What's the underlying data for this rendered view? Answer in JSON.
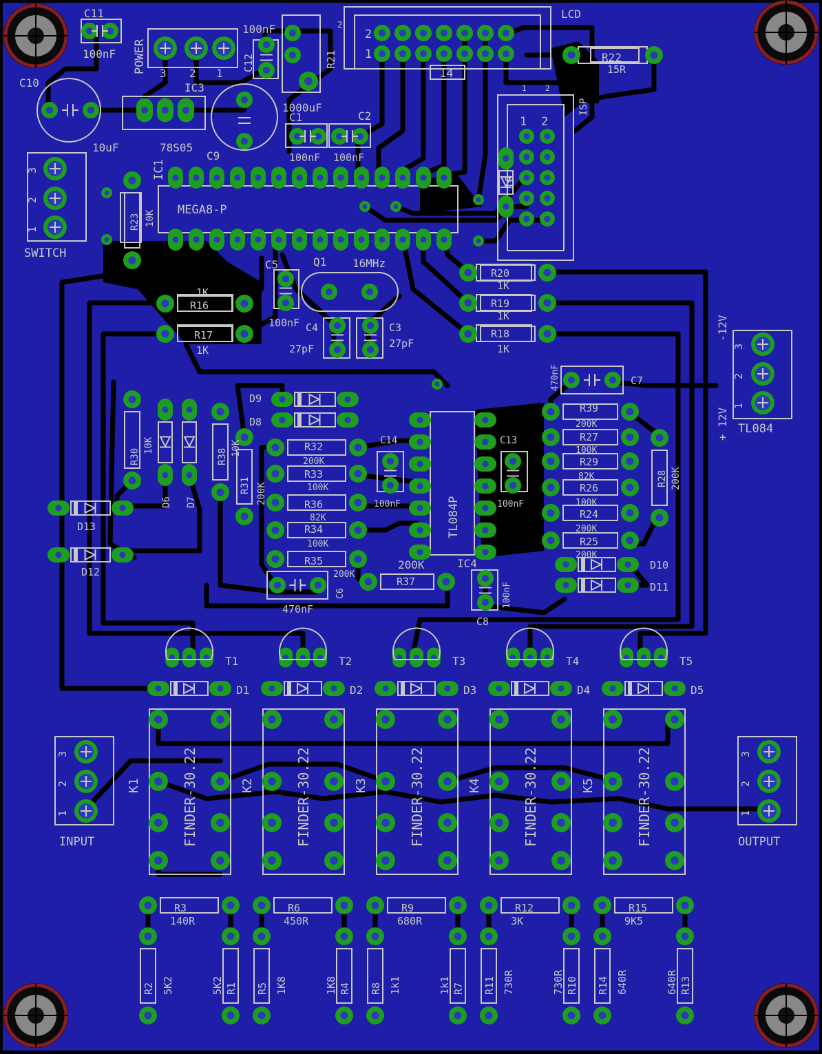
{
  "colors": {
    "background": "#000000",
    "board": "#1e1ea8",
    "trace": "#000000",
    "pad_ring": "#1e9e1e",
    "pad_hole": "#2a3bb8",
    "silkscreen": "#c8c8c8",
    "mount_hole": "#8a1e1e"
  },
  "parts": {
    "c11": {
      "name": "C11",
      "value": "100nF"
    },
    "power": {
      "name": "POWER",
      "pins": [
        "3",
        "2",
        "1"
      ]
    },
    "c12": {
      "name": "C12",
      "value": "100nF"
    },
    "r21": {
      "name": "R21"
    },
    "lcd": {
      "name": "LCD",
      "pin_a": "2",
      "pin_b": "1",
      "pin_c": "14",
      "corner_2": "2"
    },
    "r22": {
      "name": "R22",
      "value": "15R"
    },
    "c10": {
      "name": "C10",
      "value": "10uF"
    },
    "ic3": {
      "name": "IC3",
      "value": "78S05"
    },
    "c9": {
      "name": "C9",
      "value": "1000uF"
    },
    "c1": {
      "name": "C1",
      "value": "100nF"
    },
    "c2": {
      "name": "C2",
      "value": "100nF"
    },
    "isp": {
      "name": "ISP",
      "pin_1": "1",
      "pin_2": "2",
      "header": "10",
      "side_1": "1",
      "side_2": "2"
    },
    "switch": {
      "name": "SWITCH",
      "pins": [
        "3",
        "2",
        "1"
      ]
    },
    "ic1": {
      "name": "IC1",
      "value": "MEGA8-P"
    },
    "r23": {
      "name": "R23",
      "value": "10K"
    },
    "c5": {
      "name": "C5"
    },
    "q1": {
      "name": "Q1",
      "value": "16MHz"
    },
    "r16": {
      "name": "R16",
      "value": "1K"
    },
    "r17": {
      "name": "R17",
      "value": "1K"
    },
    "c4": {
      "name": "C4",
      "value": "100nF",
      "value2": "27pF"
    },
    "c3": {
      "name": "C3",
      "value": "27pF"
    },
    "r20": {
      "name": "R20",
      "value": "1K"
    },
    "r19": {
      "name": "R19",
      "value": "1K"
    },
    "r18": {
      "name": "R18",
      "value": "1K"
    },
    "tl084": {
      "name": "TL084",
      "pins": [
        "3",
        "2",
        "1"
      ],
      "neg": "-12V",
      "pos": "+ 12V"
    },
    "c7": {
      "name": "C7",
      "value": "470nF"
    },
    "d9": {
      "name": "D9"
    },
    "d8": {
      "name": "D8"
    },
    "r30": {
      "name": "R30",
      "value": "10K"
    },
    "d6": {
      "name": "D6"
    },
    "d7": {
      "name": "D7"
    },
    "r38": {
      "name": "R38",
      "value": "10K"
    },
    "r31": {
      "name": "R31",
      "value": "200K"
    },
    "r32": {
      "name": "R32",
      "value": "200K"
    },
    "c14": {
      "name": "C14",
      "value": "100nF"
    },
    "r33": {
      "name": "R33",
      "value": "100K"
    },
    "r36": {
      "name": "R36",
      "value": "82K"
    },
    "r34": {
      "name": "R34",
      "value": "100K"
    },
    "r35": {
      "name": "R35",
      "value": "200K"
    },
    "ic4": {
      "name": "IC4",
      "value": "TL084P"
    },
    "c13": {
      "name": "C13",
      "value": "100nF"
    },
    "r39": {
      "name": "R39",
      "value": "200K"
    },
    "r27": {
      "name": "R27",
      "value": "100K"
    },
    "r29": {
      "name": "R29",
      "value": "82K"
    },
    "r26": {
      "name": "R26",
      "value": "100K"
    },
    "r24": {
      "name": "R24",
      "value": "200K"
    },
    "r25": {
      "name": "R25",
      "value": "200K"
    },
    "r28": {
      "name": "R28",
      "value": "200K"
    },
    "d10": {
      "name": "D10"
    },
    "d11": {
      "name": "D11"
    },
    "d13": {
      "name": "D13"
    },
    "d12": {
      "name": "D12"
    },
    "r37": {
      "name": "R37",
      "value": "200K"
    },
    "c6": {
      "name": "C6",
      "value": "470nF"
    },
    "c8": {
      "name": "C8",
      "value": "100nF"
    },
    "input": {
      "name": "INPUT",
      "pins": [
        "3",
        "2",
        "1"
      ]
    },
    "output": {
      "name": "OUTPUT",
      "pins": [
        "3",
        "2",
        "1"
      ]
    }
  },
  "transistors": [
    "T1",
    "T2",
    "T3",
    "T4",
    "T5"
  ],
  "diodes_top": [
    "D1",
    "D2",
    "D3",
    "D4",
    "D5"
  ],
  "relays": [
    {
      "name": "K1",
      "value": "FINDER-30.22"
    },
    {
      "name": "K2",
      "value": "FINDER-30.22"
    },
    {
      "name": "K3",
      "value": "FINDER-30.22"
    },
    {
      "name": "K4",
      "value": "FINDER-30.22"
    },
    {
      "name": "K5",
      "value": "FINDER-30.22"
    }
  ],
  "series_resistors": [
    {
      "name": "R3",
      "value": "140R"
    },
    {
      "name": "R6",
      "value": "450R"
    },
    {
      "name": "R9",
      "value": "680R"
    },
    {
      "name": "R12",
      "value": "3K"
    },
    {
      "name": "R15",
      "value": "9K5"
    }
  ],
  "bottom_resistors": [
    {
      "name": "R2",
      "value": "5K2"
    },
    {
      "name": "R1",
      "value": "5K2"
    },
    {
      "name": "R5",
      "value": "1K8"
    },
    {
      "name": "R4",
      "value": "1K8"
    },
    {
      "name": "R8",
      "value": "1k1"
    },
    {
      "name": "R7",
      "value": "1k1"
    },
    {
      "name": "R11",
      "value": "730R"
    },
    {
      "name": "R10",
      "value": "730R"
    },
    {
      "name": "R14",
      "value": "640R"
    },
    {
      "name": "R13",
      "value": "640R"
    }
  ]
}
